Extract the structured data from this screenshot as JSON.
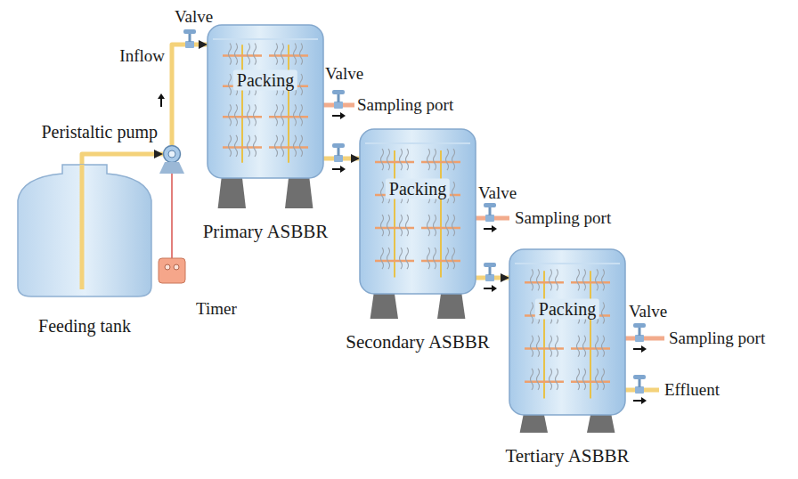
{
  "diagram": {
    "nodes": [
      {
        "text": [
          "Feeding tank"
        ]
      },
      {
        "text": [
          "Peristaltic pump"
        ]
      },
      {
        "text": [
          "Timer"
        ]
      },
      {
        "text": [
          "Packing",
          "Primary ASBBR"
        ]
      },
      {
        "text": [
          "Packing",
          "Secondary ASBBR"
        ]
      },
      {
        "text": [
          "Packing",
          "Tertiary ASBBR"
        ]
      }
    ],
    "edges": [
      {
        "from": 0,
        "to": 1,
        "arrow": "to"
      },
      {
        "from": 1,
        "to": 3,
        "label": "Inflow",
        "arrow": "to"
      },
      {
        "from": 2,
        "to": 1,
        "arrow": "none"
      },
      {
        "from": 3,
        "to": 4,
        "arrow": "to"
      },
      {
        "from": 4,
        "to": 5,
        "arrow": "to"
      }
    ],
    "labels": [
      "Valve",
      "Valve",
      "Sampling port",
      "Valve",
      "Sampling port",
      "Valve",
      "Sampling port",
      "Effluent"
    ]
  }
}
